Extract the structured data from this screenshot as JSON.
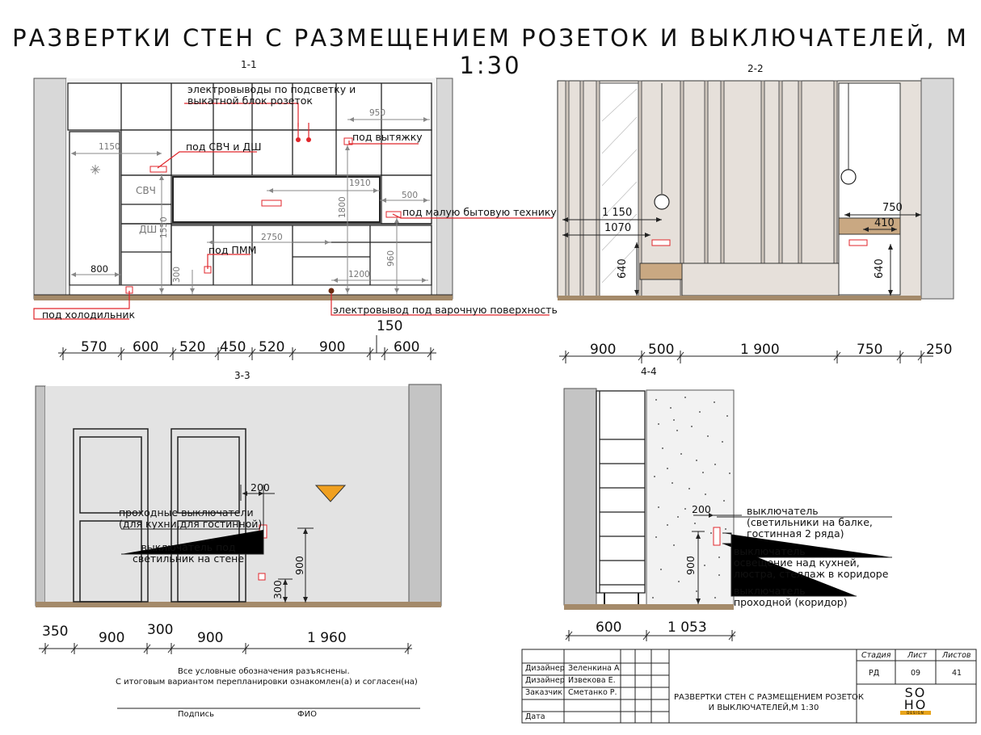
{
  "title": "РАЗВЕРТКИ СТЕН С РАЗМЕЩЕНИЕМ РОЗЕТОК И ВЫКЛЮЧАТЕЛЕЙ, М 1:30",
  "views": {
    "v1": {
      "label": "1-1",
      "annotations": {
        "electro_outlets": "электровыводы по подсветку и\nвыкатной блок розеток",
        "svch": "под СВЧ и ДШ",
        "hood": "под вытяжку",
        "small_appliances": "под малую бытовую технику",
        "pmm": "под ПММ",
        "fridge": "под холодильник",
        "cooktop": "электровывод под варочную поверхность"
      },
      "appliance_labels": {
        "svch": "СВЧ",
        "dsh": "ДШ"
      },
      "inner_dims": {
        "d1150": "1150",
        "d950": "950",
        "d1910": "1910",
        "d500": "500",
        "d1800": "1800",
        "d1550": "1550",
        "d2750": "2750",
        "d960": "960",
        "d800": "800",
        "d300": "300",
        "d1200": "1200"
      },
      "bottom_dims": [
        "570",
        "600",
        "520",
        "450",
        "520",
        "900",
        "600"
      ],
      "extra_dim": "150"
    },
    "v2": {
      "label": "2-2",
      "inner_dims": {
        "d1150": "1 150",
        "d1070": "1070",
        "d640a": "640",
        "d750": "750",
        "d410": "410",
        "d640b": "640"
      },
      "bottom_dims": [
        "900",
        "500",
        "1 900",
        "750",
        "250"
      ]
    },
    "v3": {
      "label": "3-3",
      "annotations": {
        "pass_switches": "проходные выключатели\n(для кухни,для гостинной)",
        "wall_switch": "выключатель под\nсветильник на стене"
      },
      "inner_dims": {
        "d200": "200",
        "d900": "900",
        "d300": "300"
      },
      "bottom_dims": [
        "350",
        "900",
        "300",
        "900",
        "1 960"
      ]
    },
    "v4": {
      "label": "4-4",
      "annotations": {
        "switch_beam": "выключатель\n(светильники на балке,\nгостинная 2 ряда)",
        "switch_kitchen": "выключатель\nосвещение над кухней,\nлюстра, стеллаж в коридоре",
        "switch_corridor": "выключатель\nпроходной (коридор)"
      },
      "inner_dims": {
        "d200": "200",
        "d900": "900"
      },
      "bottom_dims": [
        "600",
        "1 053"
      ]
    }
  },
  "agreement": {
    "line1": "Все условные обозначения разъяснены.",
    "line2": "С итоговым вариантом перепланировки ознакомлен(а) и согласен(на)",
    "signature": "Подпись",
    "fio": "ФИО"
  },
  "title_block": {
    "rows": [
      {
        "role": "Дизайнер",
        "name": "Зеленкина А."
      },
      {
        "role": "Дизайнер",
        "name": "Извекова Е."
      },
      {
        "role": "Заказчик",
        "name": "Сметанко Р."
      },
      {
        "role": "Дата",
        "name": ""
      }
    ],
    "headers": {
      "stage": "Стадия",
      "sheet": "Лист",
      "sheets": "Листов"
    },
    "values": {
      "stage": "РД",
      "sheet": "09",
      "sheets": "41"
    },
    "sheet_title": "РАЗВЕРТКИ СТЕН С РАЗМЕЩЕНИЕМ РОЗЕТОК\nИ ВЫКЛЮЧАТЕЛЕЙ,М 1:30",
    "logo_top": "SO",
    "logo_bottom": "HO",
    "logo_small": "DESIGN"
  },
  "colors": {
    "accent_red": "#e0262b",
    "wall_gray": "#d8d8d8",
    "wall_dark": "#bdbdbd",
    "floor": "#a48a6a",
    "warning": "#f0a020"
  }
}
